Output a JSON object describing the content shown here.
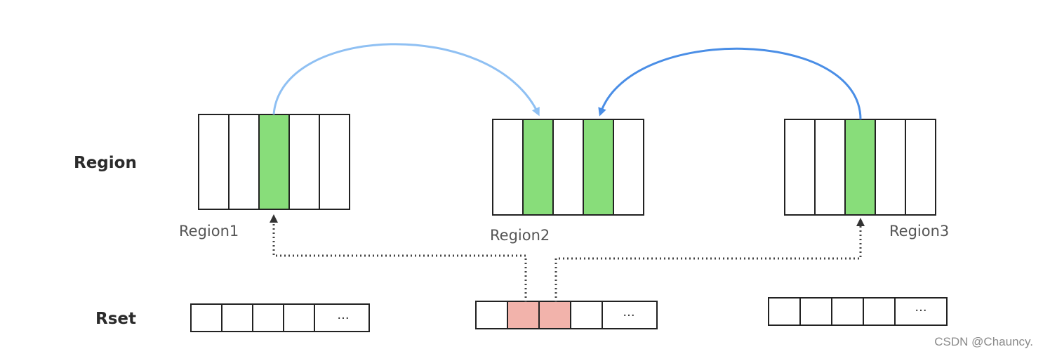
{
  "labels": {
    "region_row": "Region",
    "rset_row": "Rset",
    "watermark": "CSDN @Chauncy."
  },
  "colors": {
    "cell_outline": "#222222",
    "referenced_cell": "#88dd7a",
    "rset_entry": "#f2b3ab",
    "arrow_light": "#8fc0f3",
    "arrow_dark": "#4a8ee6",
    "dotted_pointer": "#444444"
  },
  "regions": [
    {
      "name": "Region1",
      "cell_count": 5,
      "highlighted_cells": [
        2
      ]
    },
    {
      "name": "Region2",
      "cell_count": 5,
      "highlighted_cells": [
        1,
        3
      ]
    },
    {
      "name": "Region3",
      "cell_count": 5,
      "highlighted_cells": [
        2
      ]
    }
  ],
  "rsets": [
    {
      "cell_count": 4,
      "highlighted_cells": [],
      "overflow_text": "···"
    },
    {
      "cell_count": 4,
      "highlighted_cells": [
        1,
        2
      ],
      "overflow_text": "···"
    },
    {
      "cell_count": 4,
      "highlighted_cells": [],
      "overflow_text": "···"
    }
  ],
  "references": [
    {
      "from_region": "Region1",
      "from_cell": 2,
      "to_region": "Region2",
      "to_cell": 1
    },
    {
      "from_region": "Region3",
      "from_cell": 2,
      "to_region": "Region2",
      "to_cell": 3
    }
  ],
  "rset_pointers": [
    {
      "rset": 1,
      "rset_cell": 1,
      "target_region": "Region1",
      "target_cell": 2
    },
    {
      "rset": 1,
      "rset_cell": 2,
      "target_region": "Region3",
      "target_cell": 2
    }
  ]
}
